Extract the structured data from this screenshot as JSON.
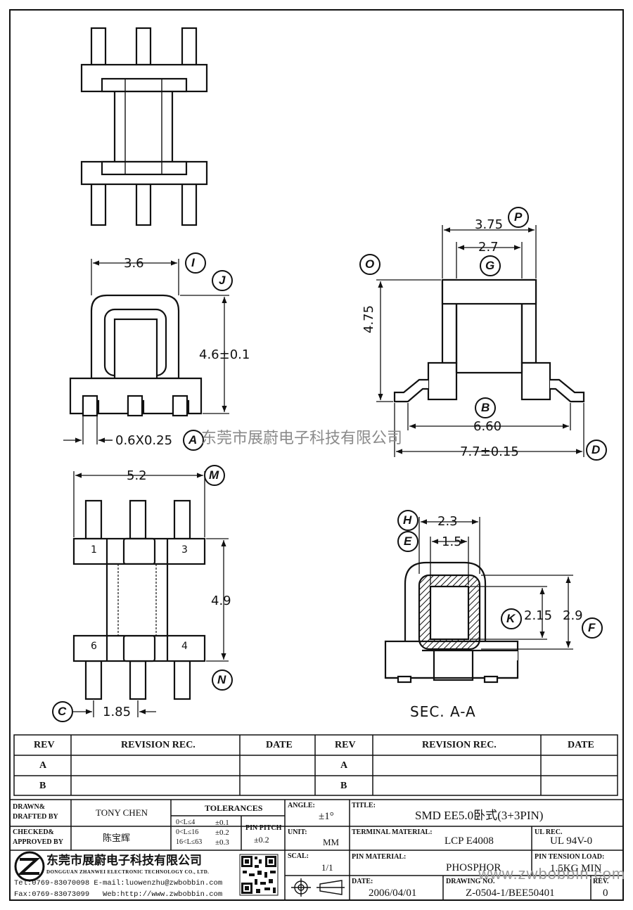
{
  "drawing": {
    "top_view_pins_label": "",
    "dims": {
      "w_3_6": "3.6",
      "h_4_6": "4.6±0.1",
      "pin_06x025": "0.6X0.25",
      "w_5_2": "5.2",
      "h_4_9": "4.9",
      "pitch_1_85": "1.85",
      "w_3_75": "3.75",
      "w_2_7": "2.7",
      "h_4_75": "4.75",
      "w_6_60": "6.60",
      "w_7_7": "7.7±0.15",
      "w_2_3": "2.3",
      "w_1_5": "1.5",
      "h_2_15": "2.15",
      "h_2_9": "2.9"
    },
    "balloons": {
      "I": "I",
      "J": "J",
      "A": "A",
      "M": "M",
      "N": "N",
      "C": "C",
      "O": "O",
      "P": "P",
      "G": "G",
      "B": "B",
      "D": "D",
      "H": "H",
      "E": "E",
      "K": "K",
      "F": "F"
    },
    "pin_numbers": [
      "1",
      "3",
      "6",
      "4"
    ],
    "section_label": "SEC. A-A",
    "watermark_company": "东莞市展蔚电子科技有限公司",
    "watermark_url": "www.zwbobbin.com"
  },
  "revision_table": {
    "headers": [
      "REV",
      "REVISION REC.",
      "DATE",
      "REV",
      "REVISION REC.",
      "DATE"
    ],
    "rows": [
      [
        "A",
        "",
        "",
        "A",
        "",
        ""
      ],
      [
        "B",
        "",
        "",
        "B",
        "",
        ""
      ]
    ]
  },
  "title_block": {
    "drawn_label": "DRAWN& DRAFTED BY",
    "drawn_line1": "DRAWN&",
    "drawn_line2": "DRAFTED BY",
    "drawn_value": "TONY CHEN",
    "checked_line1": "CHECKED&",
    "checked_line2": "APPROVED BY",
    "checked_value": "陈宝辉",
    "tolerances_label": "TOLERANCES",
    "tol_rows": [
      {
        "range": "0<L≤4",
        "tol": "±0.1"
      },
      {
        "range": "0<L≤16",
        "tol": "±0.2"
      },
      {
        "range": "16<L≤63",
        "tol": "±0.3"
      }
    ],
    "pin_pitch_label1": "PIN PITCH",
    "pin_pitch_value": "±0.2",
    "angle_label": "ANGLE:",
    "angle_value": "±1°",
    "unit_label": "UNIT:",
    "unit_value": "MM",
    "scale_label": "SCAL:",
    "scale_value": "1/1",
    "title_label": "TITLE:",
    "title_value": "SMD EE5.0卧式(3+3PIN)",
    "terminal_label": "TERMINAL MATERIAL:",
    "terminal_value": "LCP E4008",
    "ul_label": "UL REC.",
    "ul_value": "UL 94V-0",
    "pin_material_label": "PIN MATERIAL:",
    "pin_material_value": "PHOSPHOR",
    "pin_tension_label": "PIN TENSION LOAD:",
    "pin_tension_value": "1.5KG MIN",
    "date_label": "DATE:",
    "date_value": "2006/04/01",
    "drawing_no_label": "DRAWING NO.",
    "drawing_no_value": "Z-0504-1/BEE50401",
    "rev_label": "REV.",
    "rev_value": "0",
    "company_cn": "东莞市展蔚电子科技有限公司",
    "company_en": "DONGGUAN ZHANWEI ELECTRONIC TECHNOLOGY CO., LTD.",
    "tel": "Tel:0769-83070098 E-mail:luowenzhu@zwbobbin.com",
    "fax": "Fax:0769-83073099   Web:http://www.zwbobbin.com"
  }
}
